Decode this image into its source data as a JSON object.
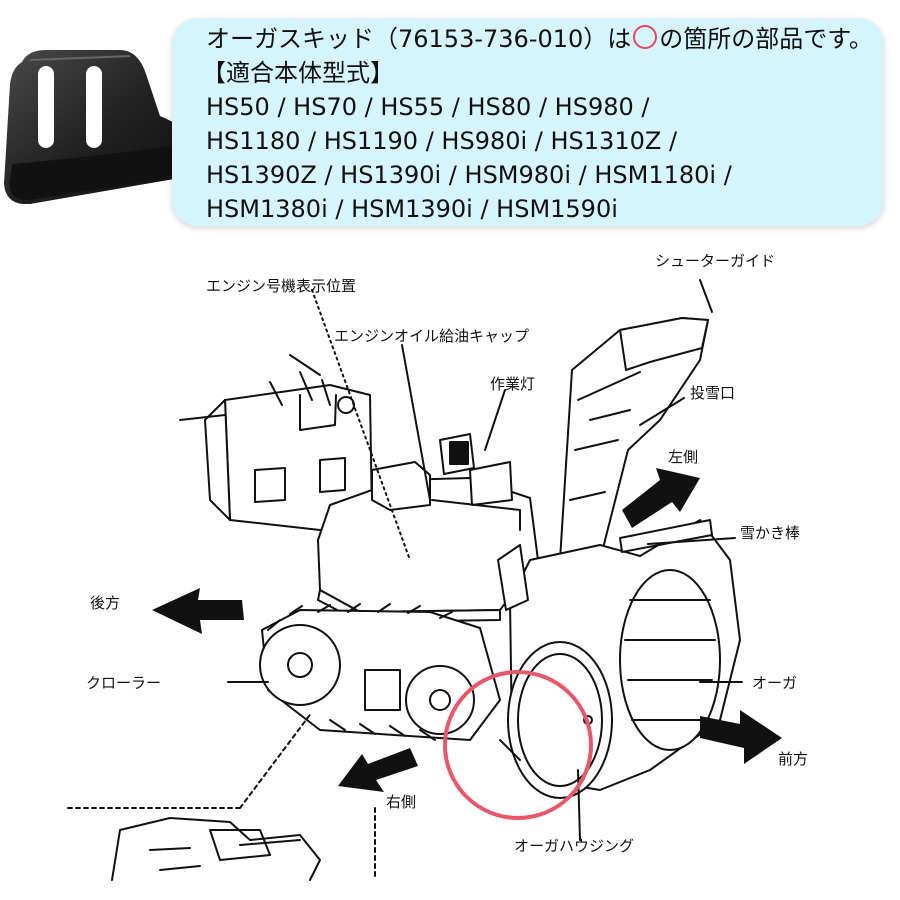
{
  "info": {
    "line1_pre": "オーガスキッド（76153-736-010）は",
    "line1_post": "の箇所の部品です。",
    "heading": "【適合本体型式】",
    "models_line1": "HS50 / HS70 / HS55 / HS80 / HS980 /",
    "models_line2": " HS1180 / HS1190 / HS980i / HS1310Z /",
    "models_line3": "HS1390Z / HS1390i / HSM980i / HSM1180i /",
    "models_line4": "HSM1380i / HSM1390i / HSM1590i"
  },
  "labels": {
    "chute_guide": "シューターガイド",
    "engine_number": "エンジン号機表示位置",
    "oil_cap": "エンジンオイル給油キャップ",
    "work_light": "作業灯",
    "throw_port": "投雪口",
    "left_side": "左側",
    "snow_rod": "雪かき棒",
    "rear": "後方",
    "crawler": "クローラー",
    "auger": "オーガ",
    "front": "前方",
    "right_side": "右側",
    "auger_housing": "オーガハウジング"
  },
  "colors": {
    "info_bg": "#d6f4fb",
    "highlight_circle": "#e8576a",
    "ink": "#111111"
  }
}
